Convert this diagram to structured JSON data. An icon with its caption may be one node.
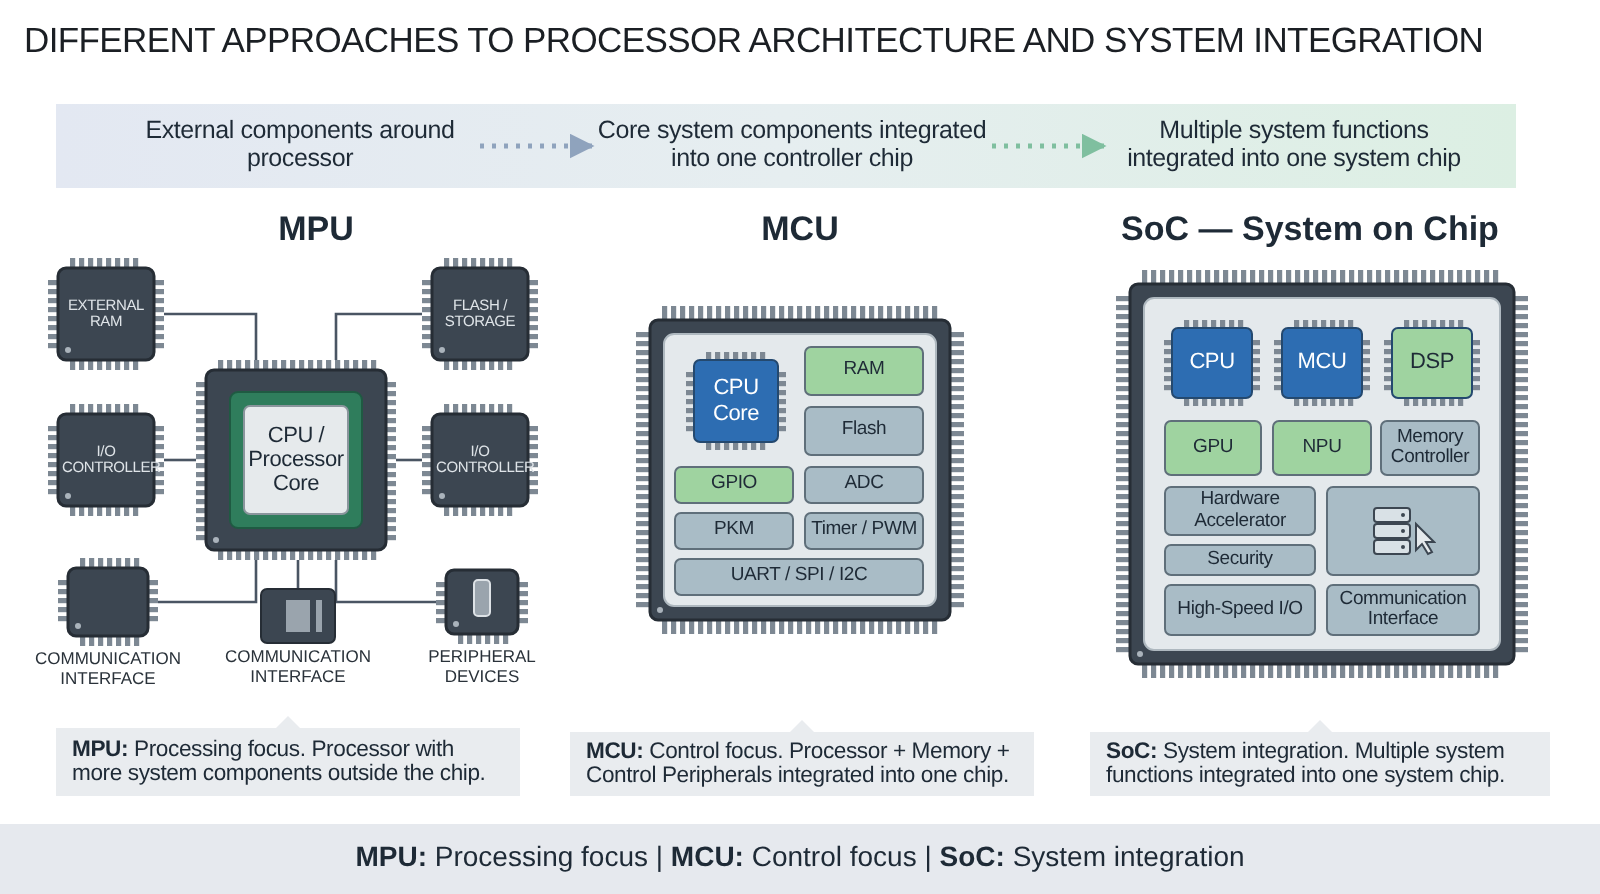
{
  "diagram": {
    "title": "DIFFERENT APPROACHES TO PROCESSOR ARCHITECTURE AND SYSTEM INTEGRATION",
    "caption": "**MPU:** Processing focus | **MCU:** Control focus | **SoC:** System integration",
    "nodes": [
      {
        "text": [
          "External components around processor"
        ]
      },
      {
        "text": [
          "Core system components integrated into one controller chip"
        ]
      },
      {
        "text": [
          "Multiple system functions integrated into one system chip"
        ]
      },
      {
        "text": [
          "CPU / Processor Core"
        ]
      },
      {
        "text": [
          "EXTERNAL RAM"
        ]
      },
      {
        "text": [
          "FLASH / STORAGE"
        ]
      },
      {
        "text": [
          "I/O CONTROLLER"
        ]
      },
      {
        "text": [
          "I/O CONTROLLER"
        ]
      },
      {
        "text": [],
        "shape": "chip",
        "beside": [
          "COMMUNICATION INTERFACE"
        ]
      },
      {
        "text": [],
        "shape": "box",
        "beside": [
          "COMMUNICATION INTERFACE"
        ]
      },
      {
        "text": [],
        "shape": "chip",
        "beside": [
          "PERIPHERAL DEVICES"
        ]
      },
      {
        "text": [
          "**MPU:** Processing focus. Processor with more system components outside the chip."
        ]
      },
      {
        "text": [],
        "shape": "chip"
      },
      {
        "text": [
          "CPU Core"
        ],
        "in": 12
      },
      {
        "text": [
          "RAM"
        ],
        "in": 12
      },
      {
        "text": [
          "Flash"
        ],
        "in": 12
      },
      {
        "text": [
          "GPIO"
        ],
        "in": 12
      },
      {
        "text": [
          "ADC"
        ],
        "in": 12
      },
      {
        "text": [
          "PKM"
        ],
        "in": 12
      },
      {
        "text": [
          "Timer / PWM"
        ],
        "in": 12
      },
      {
        "text": [
          "UART / SPI / I2C"
        ],
        "in": 12
      },
      {
        "text": [
          "**MCU:** Control focus. Processor + Memory + Control Peripherals integrated into one chip."
        ]
      },
      {
        "text": [],
        "shape": "chip"
      },
      {
        "text": [
          "CPU"
        ],
        "in": 22
      },
      {
        "text": [
          "MCU"
        ],
        "in": 22
      },
      {
        "text": [
          "DSP"
        ],
        "in": 22
      },
      {
        "text": [
          "GPU"
        ],
        "in": 22
      },
      {
        "text": [
          "NPU"
        ],
        "in": 22
      },
      {
        "text": [
          "Memory Controller"
        ],
        "in": 22
      },
      {
        "text": [
          "Hardware Accelerator"
        ],
        "in": 22
      },
      {
        "text": [
          "Security"
        ],
        "in": 22
      },
      {
        "text": [],
        "shape": "box",
        "in": 22
      },
      {
        "text": [
          "High-Speed I/O"
        ],
        "in": 22
      },
      {
        "text": [
          "Communication Interface"
        ],
        "in": 22
      },
      {
        "text": [
          "**SoC:** System integration. Multiple system functions integrated into one system chip."
        ]
      }
    ],
    "edges": [
      {
        "from": 0,
        "to": 1,
        "arrow": "to",
        "style": "dashed",
        "color": "#8fa3bd"
      },
      {
        "from": 1,
        "to": 2,
        "arrow": "to",
        "style": "dashed",
        "color": "#7fbf9f"
      },
      {
        "from": 4,
        "to": 3,
        "arrow": "none"
      },
      {
        "from": 5,
        "to": 3,
        "arrow": "none"
      },
      {
        "from": 6,
        "to": 3,
        "arrow": "none"
      },
      {
        "from": 7,
        "to": 3,
        "arrow": "none"
      },
      {
        "from": 8,
        "to": 3,
        "arrow": "none"
      },
      {
        "from": 9,
        "to": 3,
        "arrow": "none"
      },
      {
        "from": 10,
        "to": 3,
        "arrow": "none"
      }
    ],
    "labels": [
      "MPU",
      "MCU",
      "SoC — System on Chip"
    ]
  }
}
